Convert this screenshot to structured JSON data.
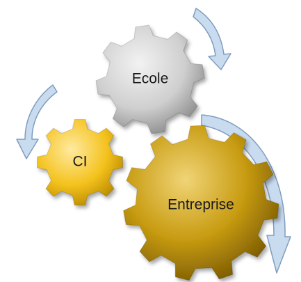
{
  "gears": [
    {
      "id": "ecole",
      "label": "Ecole",
      "color_light": "#f2f2f2",
      "color_mid": "#cfcfcf",
      "color_dark": "#8c8c8c"
    },
    {
      "id": "ci",
      "label": "CI",
      "color_light": "#ffeaa0",
      "color_mid": "#f4c21d",
      "color_dark": "#b98a00"
    },
    {
      "id": "entreprise",
      "label": "Entreprise",
      "color_light": "#f0d476",
      "color_mid": "#c89c12",
      "color_dark": "#7a5a00"
    }
  ],
  "arrows": [
    {
      "id": "arrow-top-right",
      "direction": "clockwise"
    },
    {
      "id": "arrow-left",
      "direction": "counter-clockwise"
    },
    {
      "id": "arrow-right",
      "direction": "clockwise"
    }
  ],
  "arrow_color": {
    "fill": "#c9dbef",
    "stroke": "#7f9dbf"
  }
}
